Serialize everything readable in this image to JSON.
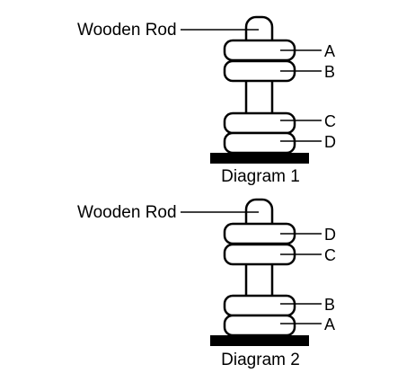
{
  "diagrams": [
    {
      "rod_label": "Wooden Rod",
      "caption": "Diagram 1",
      "rings": [
        "A",
        "B",
        "C",
        "D"
      ]
    },
    {
      "rod_label": "Wooden Rod",
      "caption": "Diagram 2",
      "rings": [
        "D",
        "C",
        "B",
        "A"
      ]
    }
  ],
  "colors": {
    "stroke": "#000000",
    "fill": "#ffffff",
    "base": "#000000"
  }
}
